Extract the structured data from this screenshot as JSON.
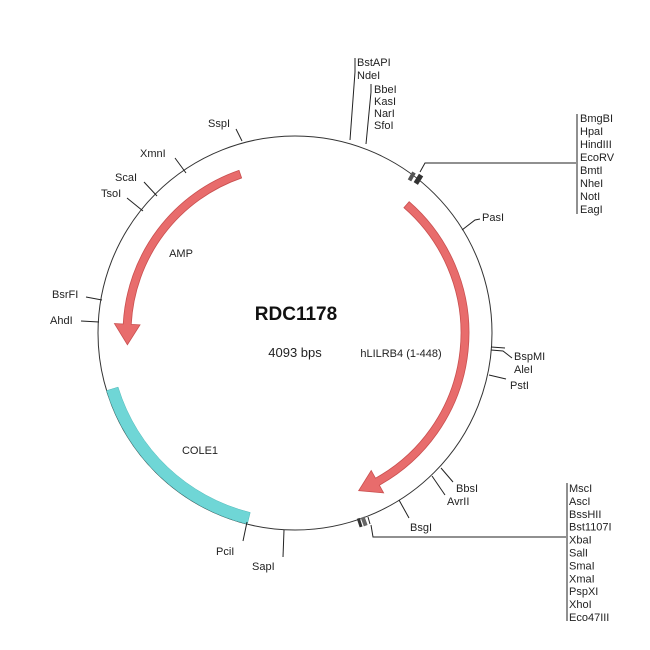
{
  "plasmid": {
    "name": "RDC1178",
    "size": "4093 bps"
  },
  "colors": {
    "backbone": "#333333",
    "arrow": "#e86c6c",
    "arrow_stroke": "#c94f4f",
    "ori": "#6fd6d6"
  },
  "features": {
    "amp": "AMP",
    "hlilrb4": "hLILRB4 (1-448)",
    "cole1": "COLE1"
  },
  "sites": {
    "bstapi": "BstAPI",
    "ndei": "NdeI",
    "bbei": "BbeI",
    "kasi": "KasI",
    "nari": "NarI",
    "sfoi": "SfoI",
    "upper_cluster": [
      "BmgBI",
      "HpaI",
      "HindIII",
      "EcoRV",
      "BmtI",
      "NheI",
      "NotI",
      "EagI"
    ],
    "pasi": "PasI",
    "bspmi": "BspMI",
    "alei": "AleI",
    "psti": "PstI",
    "bbsi": "BbsI",
    "avrii": "AvrII",
    "bsgi": "BsgI",
    "lower_cluster": [
      "MscI",
      "AscI",
      "BssHII",
      "Bst1107I",
      "XbaI",
      "SalI",
      "SmaI",
      "XmaI",
      "PspXI",
      "XhoI",
      "Eco47III"
    ],
    "sapi": "SapI",
    "pcii": "PciI",
    "ahdi": "AhdI",
    "bsrfi": "BsrFI",
    "tsoi": "TsoI",
    "scai": "ScaI",
    "xmni": "XmnI",
    "sspi": "SspI"
  }
}
